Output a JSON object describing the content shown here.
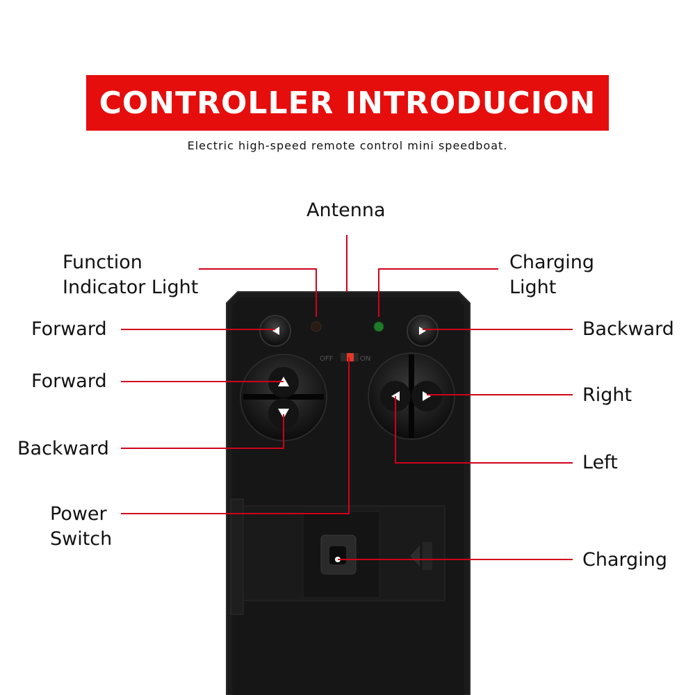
{
  "header": {
    "title": "CONTROLLER INTRODUCION",
    "subtitle": "Electric high-speed remote control mini speedboat."
  },
  "labels": {
    "antenna": "Antenna",
    "function_indicator_line1": "Function",
    "function_indicator_line2": "Indicator Light",
    "charging_light_line1": "Charging",
    "charging_light_line2": "Light",
    "forward_small": "Forward",
    "backward_small": "Backward",
    "forward_left": "Forward",
    "right": "Right",
    "backward_left": "Backward",
    "left": "Left",
    "power_line1": "Power",
    "power_line2": "Switch",
    "charging": "Charging"
  },
  "device_print": {
    "switch_text_left": "OFF",
    "switch_text_right": "ON"
  },
  "colors": {
    "banner": "#e60d0d",
    "leader_line": "#d0021b",
    "device_body": "#1a1a1a",
    "indicator_green": "#1f7a2a"
  }
}
